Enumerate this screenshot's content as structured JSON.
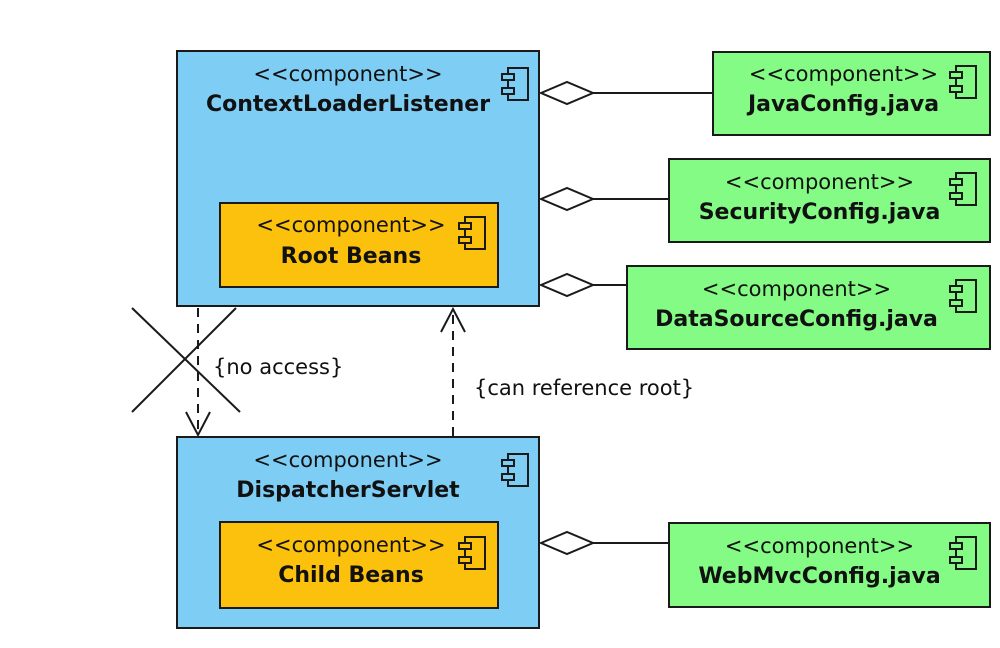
{
  "stereotype": "<<component>>",
  "components": {
    "context_loader_listener": {
      "stereotype": "<<component>>",
      "name": "ContextLoaderListener"
    },
    "root_beans": {
      "stereotype": "<<component>>",
      "name": "Root Beans"
    },
    "dispatcher_servlet": {
      "stereotype": "<<component>>",
      "name": "DispatcherServlet"
    },
    "child_beans": {
      "stereotype": "<<component>>",
      "name": "Child Beans"
    },
    "java_config": {
      "stereotype": "<<component>>",
      "name": "JavaConfig.java"
    },
    "security_config": {
      "stereotype": "<<component>>",
      "name": "SecurityConfig.java"
    },
    "datasource_config": {
      "stereotype": "<<component>>",
      "name": "DataSourceConfig.java"
    },
    "webmvc_config": {
      "stereotype": "<<component>>",
      "name": "WebMvcConfig.java"
    }
  },
  "relations": {
    "no_access": "{no access}",
    "can_reference_root": "{can reference root}"
  },
  "colors": {
    "container": "#7ecdf4",
    "beans": "#fbc10d",
    "config": "#84fb85",
    "stroke": "#1a1a1a"
  }
}
